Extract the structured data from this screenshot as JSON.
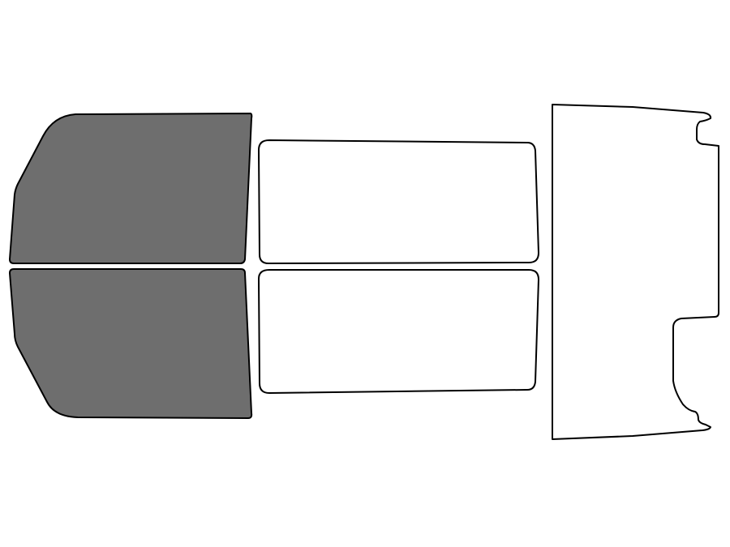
{
  "colors": {
    "background": "#ffffff",
    "outline": "#000000",
    "shaded_fill": "#6e6e6e",
    "unshaded_fill": "#ffffff"
  },
  "panels": [
    {
      "name": "front-window-top-panel",
      "shaded": true
    },
    {
      "name": "front-window-bottom-panel",
      "shaded": true
    },
    {
      "name": "rear-window-top-panel",
      "shaded": false
    },
    {
      "name": "rear-window-bottom-panel",
      "shaded": false
    },
    {
      "name": "back-window-panel",
      "shaded": false
    }
  ]
}
